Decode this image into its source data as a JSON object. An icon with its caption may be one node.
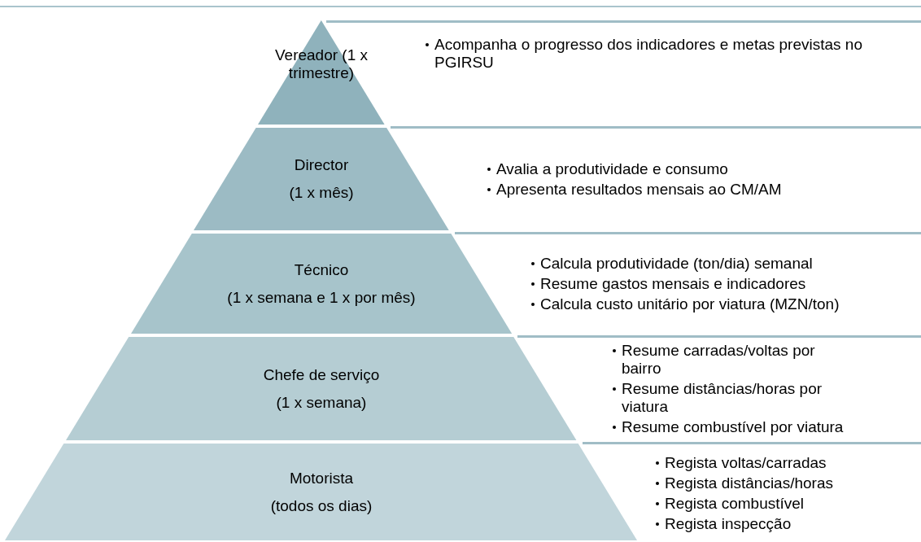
{
  "diagram": {
    "nodes": [
      {
        "text": [
          "Vereador (1 x trimestre)"
        ]
      },
      {
        "text": [
          "Acompanha o progresso dos indicadores e metas previstas no PGIRSU"
        ]
      },
      {
        "text": [
          "Director",
          "(1 x mês)"
        ]
      },
      {
        "text": [
          "Avalia a produtividade e consumo",
          "Apresenta resultados mensais ao CM/AM"
        ]
      },
      {
        "text": [
          "Técnico",
          "(1 x semana e 1 x por mês)"
        ]
      },
      {
        "text": [
          "Calcula produtividade (ton/dia) semanal",
          "Resume gastos mensais e indicadores",
          "Calcula custo unitário por viatura (MZN/ton)"
        ]
      },
      {
        "text": [
          "Chefe de serviço",
          "(1 x semana)"
        ]
      },
      {
        "text": [
          "Resume carradas/voltas por bairro",
          "Resume distâncias/horas por viatura",
          "Resume combustível por viatura"
        ]
      },
      {
        "text": [
          "Motorista",
          "(todos os dias)"
        ]
      },
      {
        "text": [
          "Regista voltas/carradas",
          "Regista distâncias/horas",
          "Regista combustível",
          "Regista inspecção"
        ]
      }
    ]
  }
}
